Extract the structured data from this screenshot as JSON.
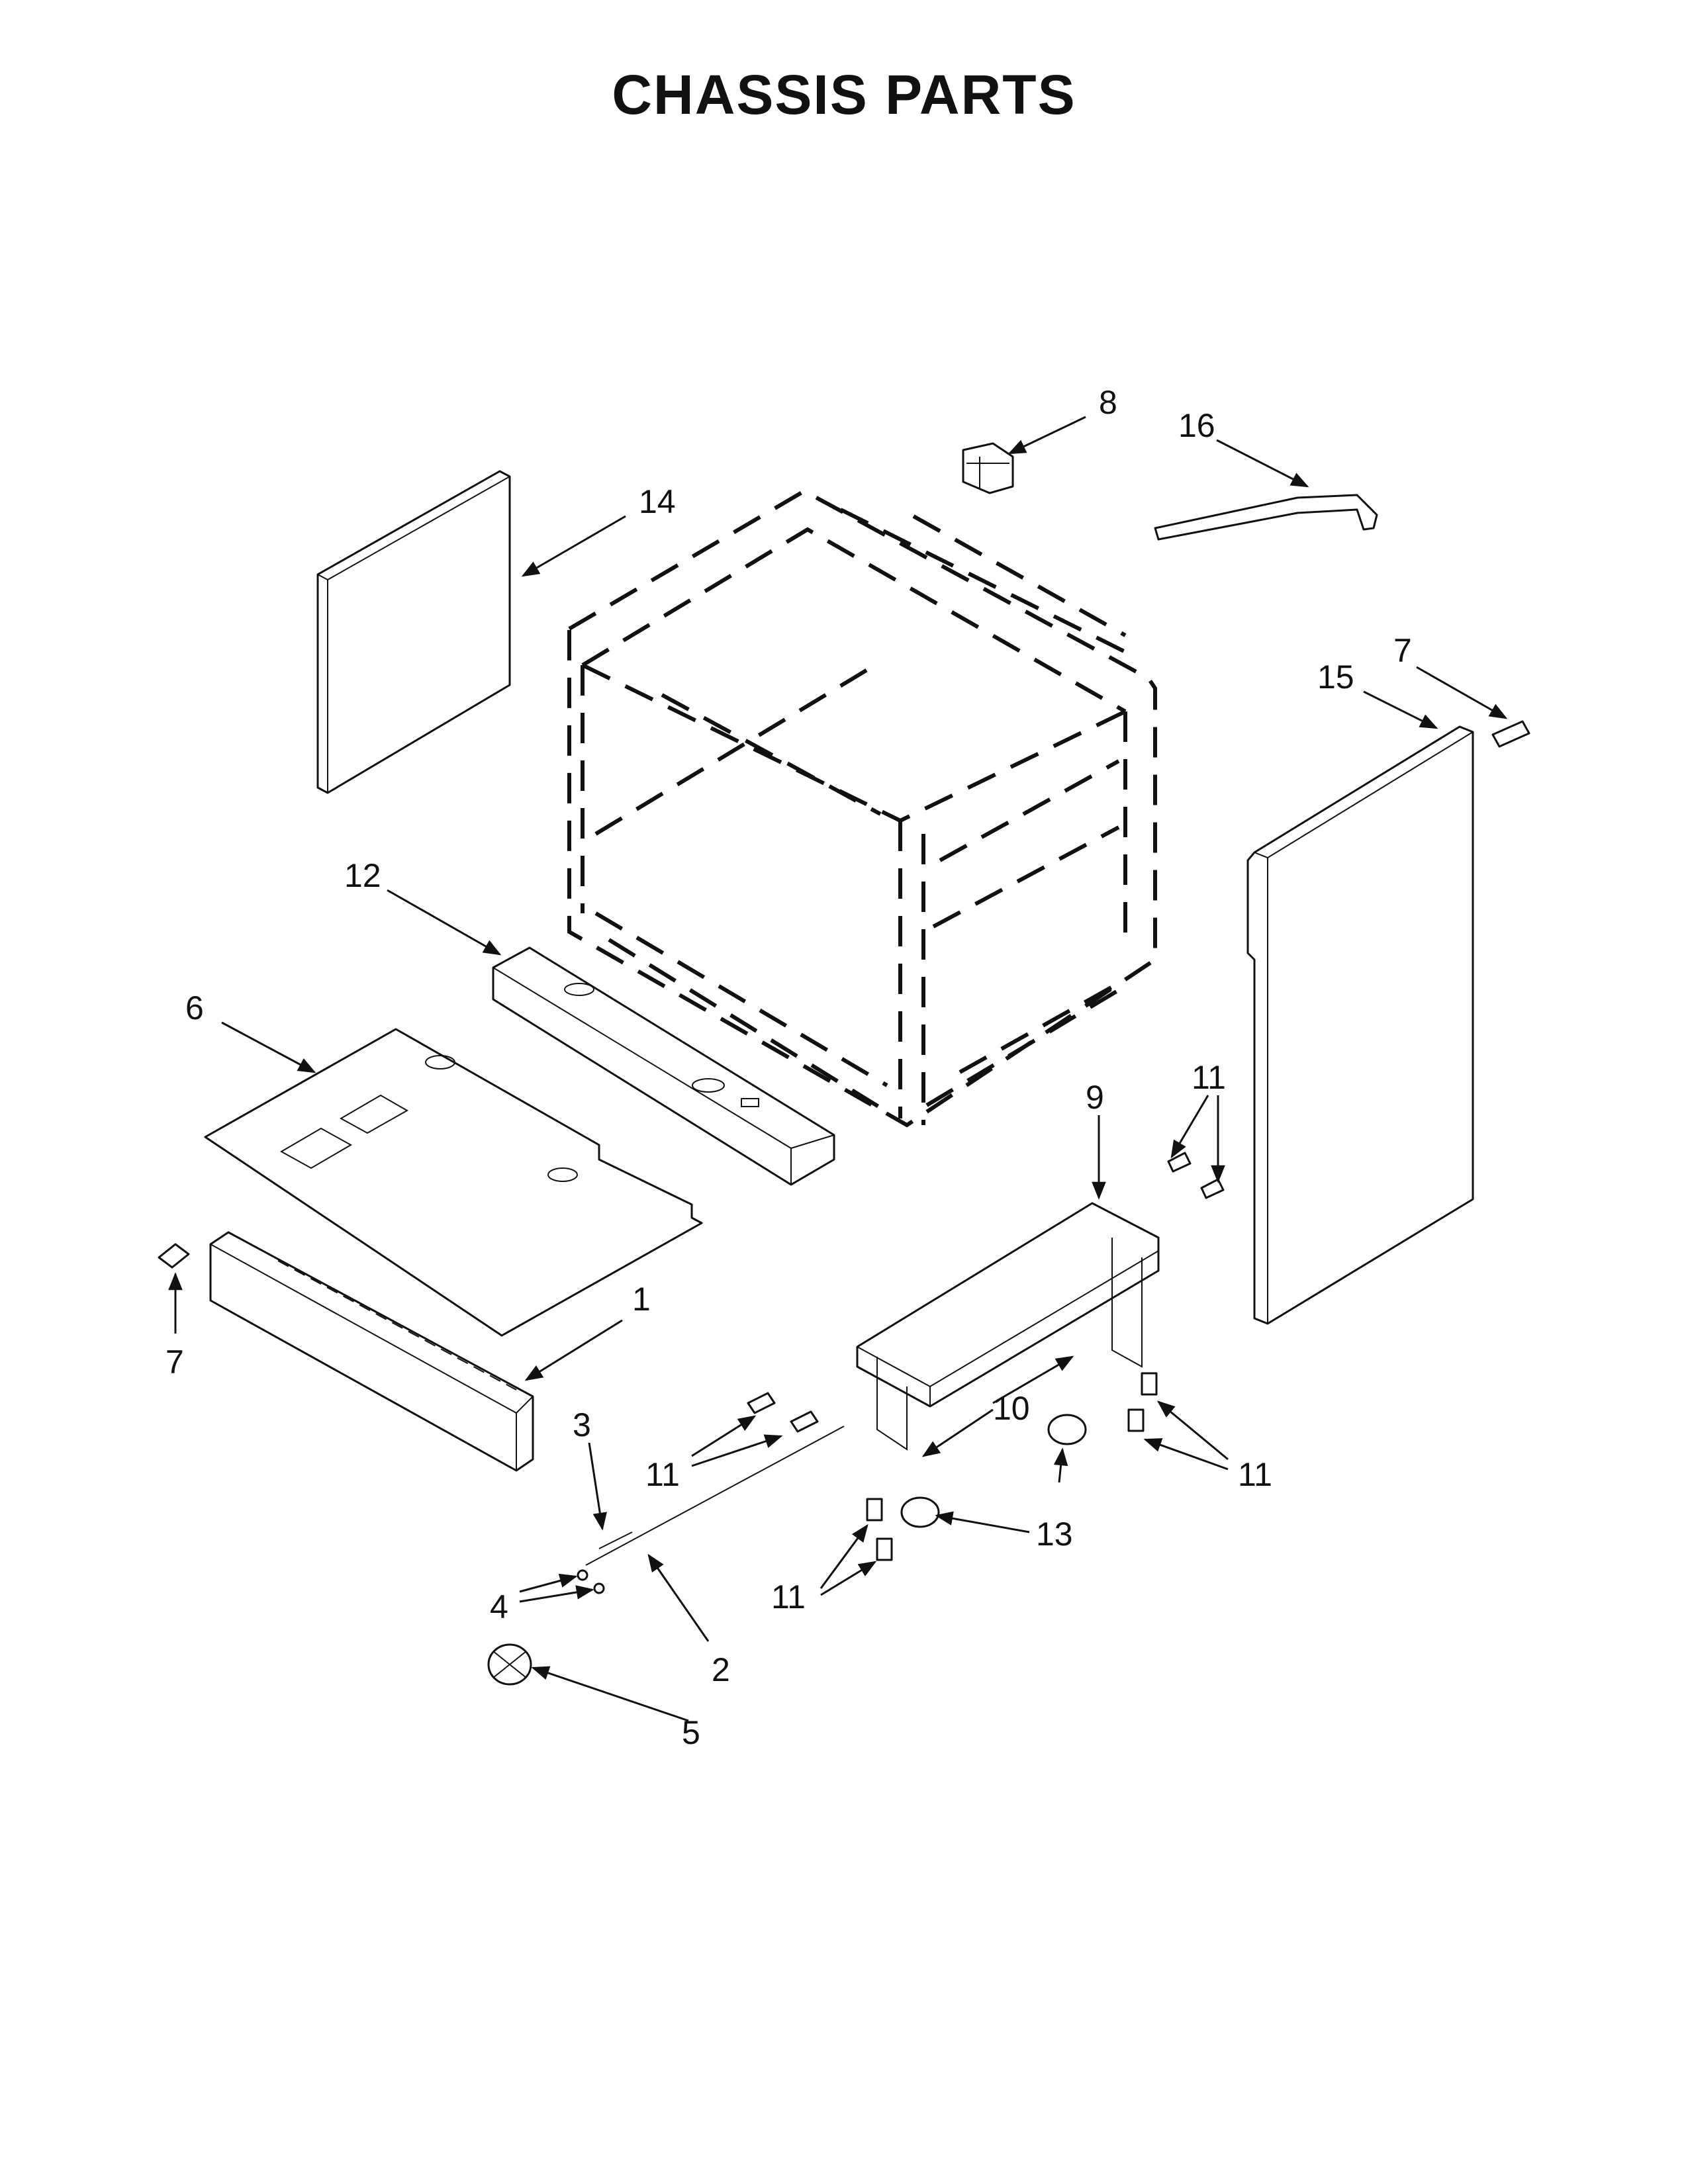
{
  "title": "CHASSIS PARTS",
  "callouts": {
    "p1": "1",
    "p2": "2",
    "p3": "3",
    "p4": "4",
    "p5": "5",
    "p6": "6",
    "p7a": "7",
    "p7b": "7",
    "p8": "8",
    "p9": "9",
    "p10": "10",
    "p11a": "11",
    "p11b": "11",
    "p11c": "11",
    "p11d": "11",
    "p12": "12",
    "p13": "13",
    "p14": "14",
    "p15": "15",
    "p16": "16"
  }
}
